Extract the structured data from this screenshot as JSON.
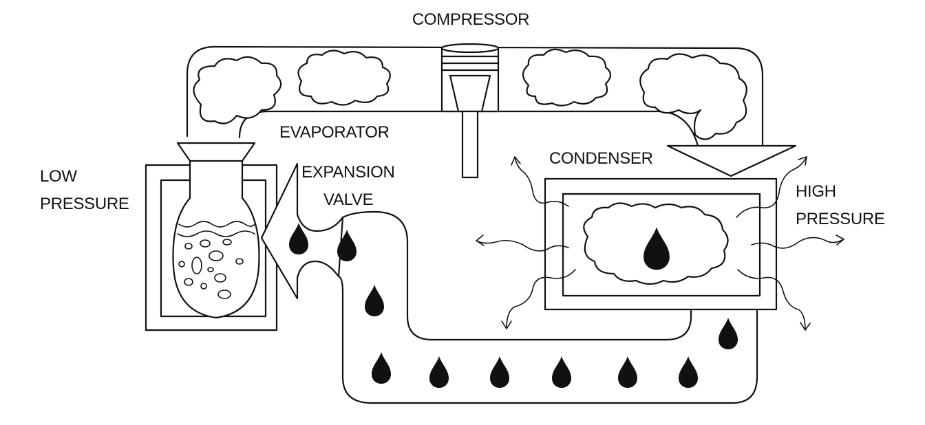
{
  "labels": {
    "compressor": "COMPRESSOR",
    "evaporator": "EVAPORATOR",
    "condenser": "CONDENSER",
    "expansion_line1": "EXPANSION",
    "expansion_line2": "VALVE",
    "low_line1": "LOW",
    "low_line2": "PRESSURE",
    "high_line1": "HIGH",
    "high_line2": "PRESSURE"
  },
  "icons": [
    "piston-icon",
    "flask-icon",
    "vapor-cloud-icon",
    "refrigerant-drop-icon",
    "heat-wave-icon",
    "flow-arrow-icon"
  ],
  "colors": {
    "ink": "#111111",
    "background": "#ffffff"
  }
}
